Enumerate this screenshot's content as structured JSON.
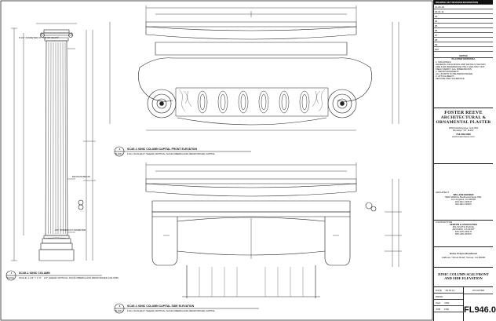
{
  "revisions": {
    "header": "DRAWING SET REVISION INFORMATION",
    "rows": [
      "12-26-10",
      "06.01.11",
      "#3",
      "#4",
      "#5",
      "#6",
      "#7",
      "#8",
      "#9",
      "#10"
    ]
  },
  "notes": {
    "header": "NOTES",
    "sub": "PLASTER MATERIAL",
    "lines": [
      "1. MOLDINGS:",
      "GENERAL MOLDINGS AND DETAILS SHOWN",
      "ARE FOR REFERENCE ONLY AND MAY NOT",
      "FIELD VERIFY ALL DIMENSIONS",
      "2. REINFORCEMENT:",
      "ALL JOINTS TO BE REINFORCED",
      "3. ATTACHMENT:",
      "SECURE PER SCHEDULE"
    ]
  },
  "firm": {
    "name1": "FOSTER REEVE",
    "name2": "ARCHITECTURAL &",
    "name3": "ORNAMENTAL PLASTER",
    "addr1": "1050 Flushing Ave, Unit 801",
    "addr2": "Brooklyn, NY 11237",
    "phone": "718-609-0090",
    "web": "www.fosterreeve.com"
  },
  "client": {
    "label": "ARCHITECT",
    "name": "WILLIAM HEFNER",
    "addr1": "5820 Wilshire Boulevard Suite 500,",
    "addr2": "Los Angeles, CA 90036",
    "phone1": "323-931-1365 P",
    "phone2": "323-931-1368 F"
  },
  "contractor": {
    "label": "CONTRACTOR",
    "name": "FENTON & ASSOCIATES",
    "addr1": "401 SOUTH PLACE,",
    "addr2": "ARCADIA, CA 91007",
    "phone1": "626-445-3394 P",
    "phone2": "626-445-3448 F"
  },
  "project": {
    "name": "Home Crayon Residence",
    "addr": "Address / Street Road, Sunset, CA 90000"
  },
  "sheet_title": {
    "line1": "IONIC COLUMN SC4G FRONT",
    "line2": "AND SIDE ELEVATION"
  },
  "meta": {
    "date_label": "DATE",
    "date_value": "06.01.11",
    "scale_label": "AS NOTED",
    "drawn_label": "DRWN",
    "drawn_value": "",
    "checked_label": "CHK",
    "checked_value": "CPE",
    "job_label": "JOB",
    "job_value": "CPE"
  },
  "sheet_number": "FL946.0",
  "views": {
    "column": {
      "tag_top": "1",
      "tag_bottom": "FL946.0",
      "title": "SC4G-1 IONIC COLUMN",
      "scale": "SCALE: 1-1/2\" = 1'-0\"",
      "note": "1/2\" SHEAR CRITICAL SOLID FIBERGLASS REINFORCED COLUMN"
    },
    "front": {
      "tag_top": "2",
      "tag_bottom": "FL946.0",
      "title": "SC4G-1 IONIC COLUMN CAPITAL FRONT ELEVATION",
      "scale": "FULL SCALE",
      "note": "1/2\" SHEAR CRITICAL SOLID FIBERGLASS REINFORCED CAPITAL"
    },
    "side": {
      "tag_top": "3",
      "tag_bottom": "FL946.0",
      "title": "SC4G-1 IONIC COLUMN CAPITAL SIDE ELEVATION",
      "scale": "FULL SCALE",
      "note": "1/2\" SHEAR CRITICAL SOLID FIBERGLASS REINFORCED CAPITAL"
    }
  },
  "callouts": {
    "top_diam": "8 1/2\" DIAMETER AT TOP OF SHAFT",
    "entasis": "ENTASIS BEGIN",
    "bottom_diam": "3/4\" UNDERCUT DIAMETER"
  }
}
